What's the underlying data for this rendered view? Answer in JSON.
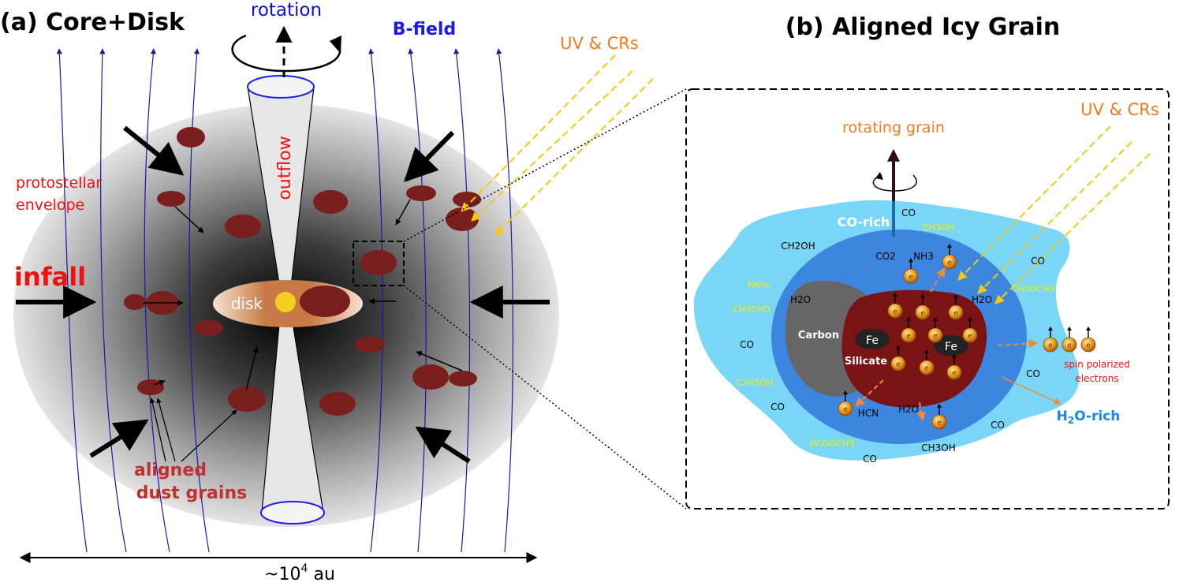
{
  "panel_a": {
    "title": "(a) Core+Disk",
    "rotation": "rotation",
    "bfield": "B-field",
    "uv_crs": "UV & CRs",
    "outflow": "outflow",
    "disk": "disk",
    "envelope_line1": "protostellar",
    "envelope_line2": "envelope",
    "infall": "infall",
    "dust_line1": "aligned",
    "dust_line2": "dust grains",
    "scale_prefix": "~10",
    "scale_exp": "4",
    "scale_unit": " au"
  },
  "panel_b": {
    "title": "(b) Aligned Icy Grain",
    "uv_crs": "UV & CRs",
    "rotating_grain": "rotating grain",
    "co_rich": "CO-rich",
    "h2o_rich_pre": "H",
    "h2o_rich_sub": "2",
    "h2o_rich_post": "O-rich",
    "carbon": "Carbon",
    "silicate": "Silicate",
    "fe": "Fe",
    "spin_line1": "spin polarized",
    "spin_line2": "electrons",
    "electron": "e",
    "molecules": {
      "co_top": "CO",
      "ch3oh_top": "CH3OH",
      "ch2oh": "CH2OH",
      "co2": "CO2",
      "nh3": "NH3",
      "co_right": "CO",
      "pahs": "PAHs",
      "ch3och3": "CH3OCH3",
      "h2o_left": "H2O",
      "h2o_right": "H2O",
      "ch3cho": "CH3CHO",
      "co_left": "CO",
      "co_rightmid": "CO",
      "c2h5oh": "C2H5OH",
      "co_lowleft": "CO",
      "hcn": "HCN",
      "h2o_low": "H2O",
      "co_lowright": "CO",
      "hcooch3": "HCOOCH3",
      "co_bottom": "CO",
      "ch3oh_bottom": "CH3OH"
    }
  },
  "colors": {
    "field_line": "#1a1aa0",
    "grain": "#7b1e1e",
    "ice_outer": "#7ad6f7",
    "ice_inner": "#3d86e0",
    "uv": "#f4c813",
    "electron": "#e8a020"
  }
}
